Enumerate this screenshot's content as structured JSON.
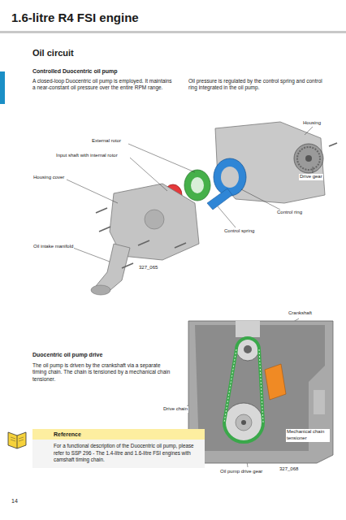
{
  "diagram": {
    "title": "1.6-litre R4 FSI engine",
    "nodes": [
      {
        "text": [
          "Reference",
          "For a functional description of the Duocentric oil pump, please refer to SSP 296 - The 1.4-litre and 1.6-litre FSI engines with camshaft timing chain."
        ]
      }
    ],
    "labels": [
      "Oil circuit",
      "Controlled Duocentric oil pump",
      "A closed-loop Duocentric oil pump is employed. It maintains a near-constant oil pressure over the entire RPM range.",
      "Oil pressure is regulated by the control spring and control ring integrated in the oil pump.",
      "Housing",
      "External rotor",
      "Input shaft with internal rotor",
      "Housing cover",
      "Drive gear",
      "Control ring",
      "Control spring",
      "Oil intake manifold",
      "327_065",
      "Crankshaft",
      "Duocentric oil pump drive",
      "The oil pump is driven by the crankshaft via a separate timing chain. The chain is tensioned by a mechanical chain tensioner.",
      "Drive chain",
      "Mechanical chain tensioner",
      "Oil pump drive gear",
      "327_068",
      "14"
    ]
  }
}
